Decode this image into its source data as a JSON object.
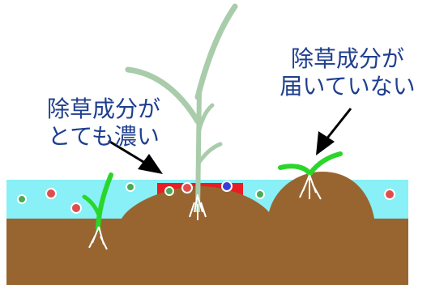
{
  "title": "",
  "labels": {
    "left": {
      "line1": "除草成分が",
      "line2": "とても濃い"
    },
    "right": {
      "line1": "除草成分が",
      "line2": "届いていない"
    }
  },
  "colors": {
    "water": "#88f0f6",
    "soil": "#986531",
    "concentrate": "#e81e24",
    "weed": "#2bd62b",
    "crop": "#a9ccab",
    "root": "#ffffff",
    "label_text": "#1f3f8f",
    "arrow": "#000000"
  },
  "icons": [
    "arrow-icon",
    "weed-icon",
    "crop-icon",
    "root-icon",
    "herbicide-particle-icon"
  ]
}
